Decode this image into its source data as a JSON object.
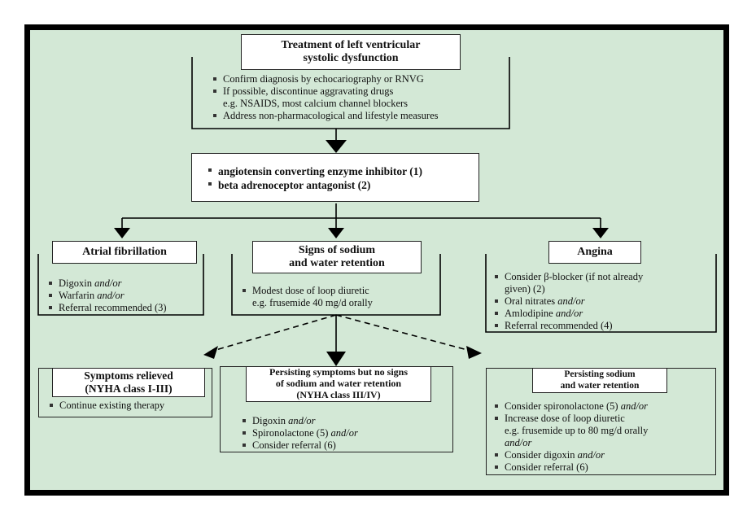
{
  "top": {
    "title_lines": [
      "Treatment of left ventricular",
      "systolic dysfunction"
    ],
    "bullets": [
      "Confirm diagnosis by echocariography or RNVG",
      "If possible, discontinue aggravating drugs",
      "e.g. NSAIDS, most calcium channel blockers",
      "Address non-pharmacological and lifestyle measures"
    ]
  },
  "first_line": {
    "items": [
      "angiotensin converting enzyme inhibitor (1)",
      "beta adrenoceptor antagonist (2)"
    ]
  },
  "atrial": {
    "title": "Atrial fibrillation",
    "b1": "Digoxin",
    "b1_suffix": " and/or",
    "b2": "Warfarin",
    "b2_suffix": " and/or",
    "b3": "Referral recommended (3)"
  },
  "sodium": {
    "title_lines": [
      "Signs of sodium",
      "and water retention"
    ],
    "b1": "Modest dose of loop diuretic",
    "b1_cont": "e.g. frusemide 40 mg/d orally"
  },
  "angina": {
    "title": "Angina",
    "b1": "Consider β-blocker (if not already",
    "b1_cont": "given)  (2)",
    "b2": "Oral nitrates",
    "b2_suffix": " and/or",
    "b3": "Amlodipine",
    "b3_suffix": " and/or",
    "b4": "Referral recommended (4)"
  },
  "relieved": {
    "title_lines": [
      "Symptoms relieved",
      "(NYHA class I-III)"
    ],
    "b1": "Continue existing therapy"
  },
  "persisting": {
    "title_lines": [
      "Persisting symptoms but no signs",
      "of sodium and water retention",
      "(NYHA class III/IV)"
    ],
    "b1": "Digoxin",
    "b1_suffix": " and/or",
    "b2": "Spironolactone (5)",
    "b2_suffix": " and/or",
    "b3": "Consider referral (6)"
  },
  "persist_sodium": {
    "title_lines": [
      "Persisting sodium",
      "and water retention"
    ],
    "b1": "Consider spironolactone (5)",
    "b1_suffix": " and/or",
    "b2": "Increase dose of loop diuretic",
    "b2_cont": "e.g. frusemide up to 80 mg/d orally",
    "b2_cont2": "and/or",
    "b3": "Consider digoxin",
    "b3_suffix": " and/or",
    "b4": "Consider referral (6)"
  },
  "colors": {
    "background": "#d3e8d6",
    "frame": "#000000",
    "header_fill": "#ffffff"
  }
}
